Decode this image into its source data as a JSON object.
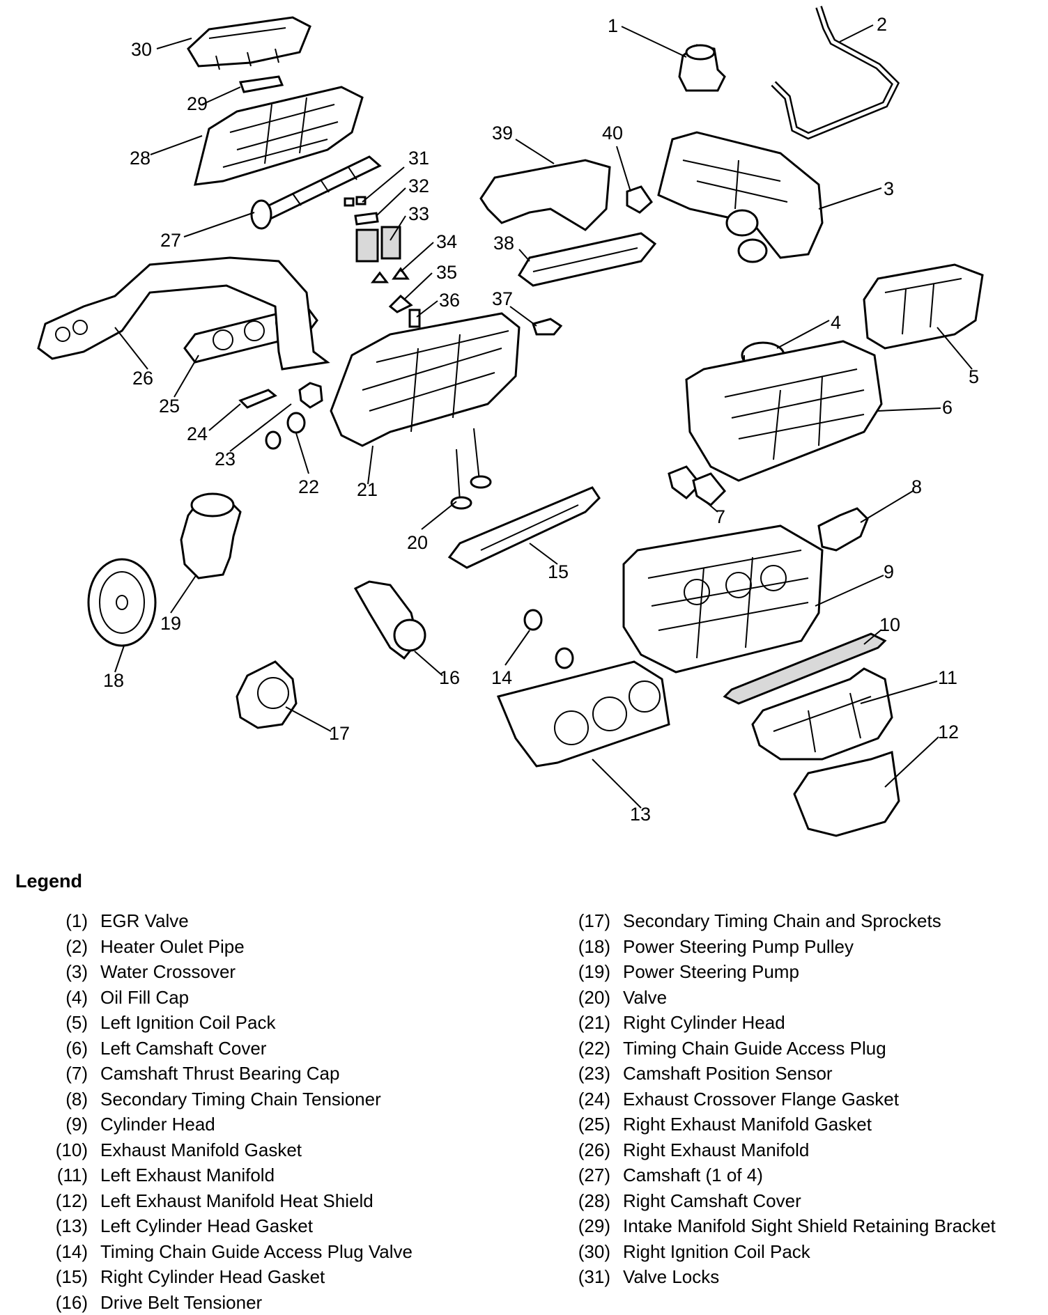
{
  "callouts": [
    "1",
    "2",
    "3",
    "4",
    "5",
    "6",
    "7",
    "8",
    "9",
    "10",
    "11",
    "12",
    "13",
    "14",
    "15",
    "16",
    "17",
    "18",
    "19",
    "20",
    "21",
    "22",
    "23",
    "24",
    "25",
    "26",
    "27",
    "28",
    "29",
    "30",
    "31",
    "32",
    "33",
    "34",
    "35",
    "36",
    "37",
    "38",
    "39",
    "40"
  ],
  "legend": {
    "title": "Legend",
    "left": [
      {
        "num": "(1)",
        "desc": "EGR Valve"
      },
      {
        "num": "(2)",
        "desc": "Heater Oulet Pipe"
      },
      {
        "num": "(3)",
        "desc": "Water Crossover"
      },
      {
        "num": "(4)",
        "desc": "Oil Fill Cap"
      },
      {
        "num": "(5)",
        "desc": "Left Ignition Coil Pack"
      },
      {
        "num": "(6)",
        "desc": "Left Camshaft Cover"
      },
      {
        "num": "(7)",
        "desc": "Camshaft Thrust Bearing Cap"
      },
      {
        "num": "(8)",
        "desc": "Secondary Timing Chain Tensioner"
      },
      {
        "num": "(9)",
        "desc": "Cylinder Head"
      },
      {
        "num": "(10)",
        "desc": "Exhaust Manifold Gasket"
      },
      {
        "num": "(11)",
        "desc": "Left Exhaust Manifold"
      },
      {
        "num": "(12)",
        "desc": "Left Exhaust Manifold Heat Shield"
      },
      {
        "num": "(13)",
        "desc": "Left Cylinder Head Gasket"
      },
      {
        "num": "(14)",
        "desc": "Timing Chain Guide Access Plug Valve"
      },
      {
        "num": "(15)",
        "desc": "Right Cylinder Head Gasket"
      },
      {
        "num": "(16)",
        "desc": "Drive Belt Tensioner"
      }
    ],
    "right": [
      {
        "num": "(17)",
        "desc": "Secondary Timing Chain and Sprockets"
      },
      {
        "num": "(18)",
        "desc": "Power Steering Pump Pulley"
      },
      {
        "num": "(19)",
        "desc": "Power Steering Pump"
      },
      {
        "num": "(20)",
        "desc": "Valve"
      },
      {
        "num": "(21)",
        "desc": "Right Cylinder Head"
      },
      {
        "num": "(22)",
        "desc": "Timing Chain Guide Access Plug"
      },
      {
        "num": "(23)",
        "desc": "Camshaft Position Sensor"
      },
      {
        "num": "(24)",
        "desc": "Exhaust Crossover Flange Gasket"
      },
      {
        "num": "(25)",
        "desc": "Right Exhaust Manifold Gasket"
      },
      {
        "num": "(26)",
        "desc": "Right Exhaust Manifold"
      },
      {
        "num": "(27)",
        "desc": "Camshaft (1 of 4)"
      },
      {
        "num": "(28)",
        "desc": "Right Camshaft Cover"
      },
      {
        "num": "(29)",
        "desc": "Intake Manifold Sight Shield Retaining Bracket"
      },
      {
        "num": "(30)",
        "desc": "Right Ignition Coil Pack"
      },
      {
        "num": "(31)",
        "desc": "Valve Locks"
      }
    ]
  }
}
